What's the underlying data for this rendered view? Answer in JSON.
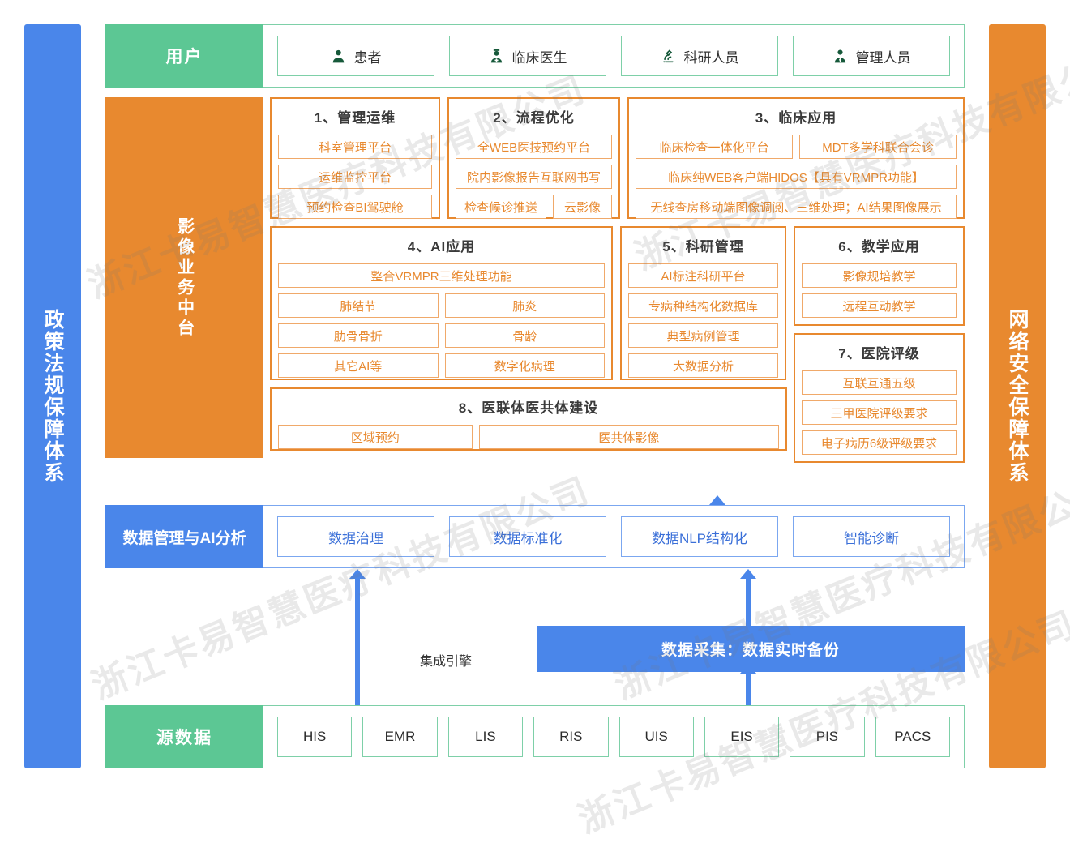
{
  "sidebars": {
    "left": {
      "label": "政策法规保障体系",
      "color": "#4a86ea"
    },
    "right": {
      "label": "网络安全保障体系",
      "color": "#e8892f"
    }
  },
  "user_band": {
    "label": "用户",
    "color": "#5cc794",
    "items": [
      {
        "icon": "patient-icon",
        "label": "患者"
      },
      {
        "icon": "doctor-icon",
        "label": "临床医生"
      },
      {
        "icon": "microscope-icon",
        "label": "科研人员"
      },
      {
        "icon": "manager-icon",
        "label": "管理人员"
      }
    ]
  },
  "platform_band": {
    "label": "影像业务中台",
    "color": "#e8892f",
    "groups": [
      {
        "title": "1、管理运维",
        "rows": [
          [
            "科室管理平台"
          ],
          [
            "运维监控平台"
          ],
          [
            "预约检查BI驾驶舱"
          ]
        ]
      },
      {
        "title": "2、流程优化",
        "rows": [
          [
            "全WEB医技预约平台"
          ],
          [
            "院内影像报告互联网书写"
          ],
          [
            "检查候诊推送",
            "云影像"
          ]
        ]
      },
      {
        "title": "3、临床应用",
        "rows": [
          [
            "临床检查一体化平台",
            "MDT多学科联合会诊"
          ],
          [
            "临床纯WEB客户端HIDOS【具有VRMPR功能】"
          ],
          [
            "无线查房移动端图像调阅、三维处理；AI结果图像展示"
          ]
        ]
      },
      {
        "title": "4、AI应用",
        "rows": [
          [
            "整合VRMPR三维处理功能"
          ],
          [
            "肺结节",
            "肺炎"
          ],
          [
            "肋骨骨折",
            "骨龄"
          ],
          [
            "其它AI等",
            "数字化病理"
          ]
        ]
      },
      {
        "title": "5、科研管理",
        "rows": [
          [
            "AI标注科研平台"
          ],
          [
            "专病种结构化数据库"
          ],
          [
            "典型病例管理"
          ],
          [
            "大数据分析"
          ]
        ]
      },
      {
        "title": "6、教学应用",
        "rows": [
          [
            "影像规培教学"
          ],
          [
            "远程互动教学"
          ]
        ]
      },
      {
        "title": "7、医院评级",
        "rows": [
          [
            "互联互通五级"
          ],
          [
            "三甲医院评级要求"
          ],
          [
            "电子病历6级评级要求"
          ]
        ]
      },
      {
        "title": "8、医联体医共体建设",
        "rows": [
          [
            "区域预约",
            "医共体影像"
          ]
        ]
      }
    ]
  },
  "data_band": {
    "label": "数据管理与AI分析",
    "color": "#4a86ea",
    "items": [
      "数据治理",
      "数据标准化",
      "数据NLP结构化",
      "智能诊断"
    ]
  },
  "middle_layer": {
    "collect_bar": "数据采集：数据实时备份",
    "engine_label": "集成引擎"
  },
  "source_band": {
    "label": "源数据",
    "color": "#5cc794",
    "items": [
      "HIS",
      "EMR",
      "LIS",
      "RIS",
      "UIS",
      "EIS",
      "PIS",
      "PACS"
    ]
  },
  "watermarks": [
    "浙江卡易智慧医疗科技有限公司",
    "浙江卡易智慧医疗科技有限公司",
    "浙江卡易智慧医疗科技有限公司",
    "浙江卡易智慧医疗科技有限公司"
  ]
}
